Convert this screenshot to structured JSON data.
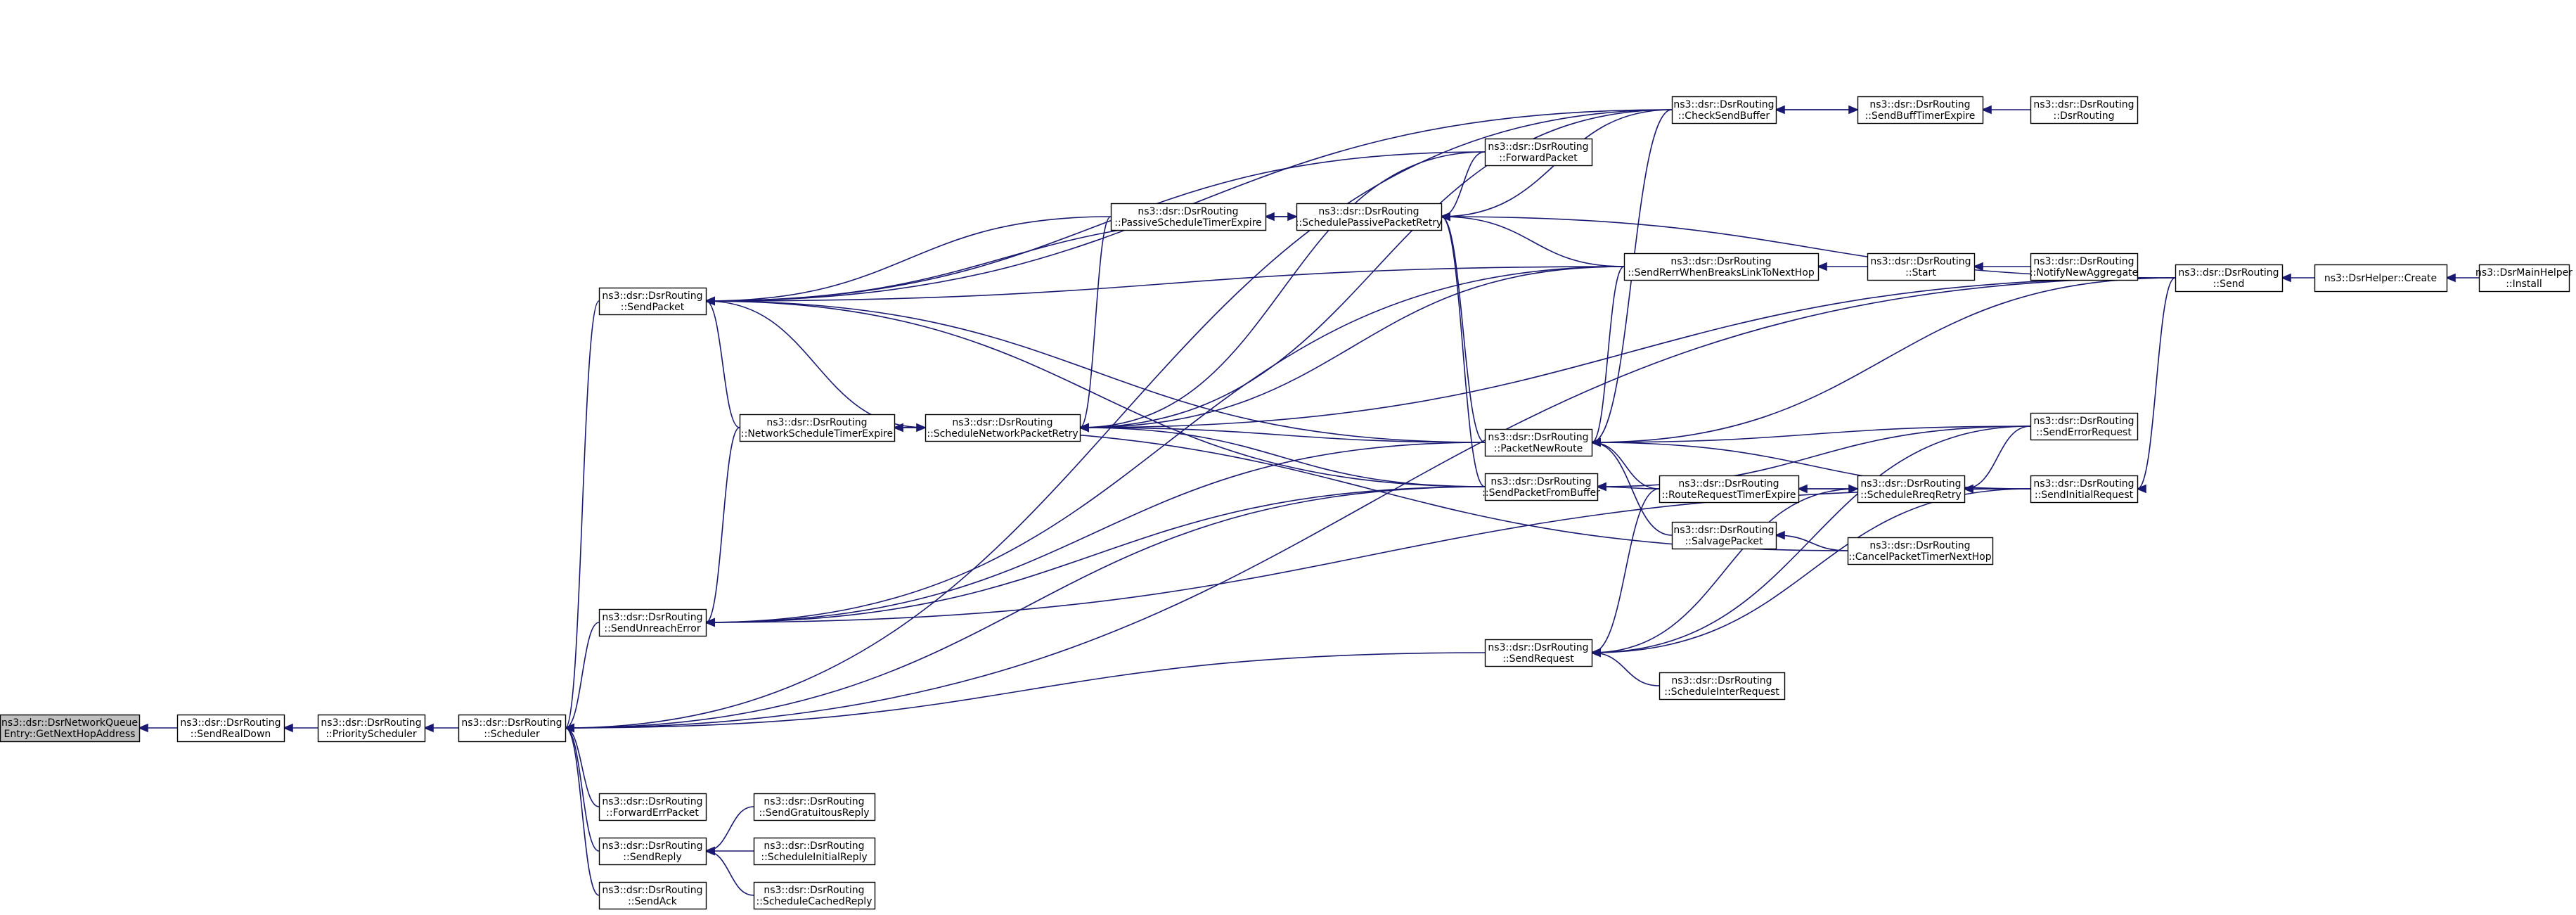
{
  "graph": {
    "colors": {
      "edge": "#191970",
      "node_border": "#000000",
      "focus_fill": "#bfbfbf",
      "background": "#ffffff"
    },
    "nodes": [
      {
        "id": "n0",
        "lines": [
          "ns3::dsr::DsrNetworkQueue",
          "Entry::GetNextHopAddress"
        ],
        "focus": true
      },
      {
        "id": "n1",
        "lines": [
          "ns3::dsr::DsrRouting",
          "::SendRealDown"
        ]
      },
      {
        "id": "n2",
        "lines": [
          "ns3::dsr::DsrRouting",
          "::PriorityScheduler"
        ]
      },
      {
        "id": "n3",
        "lines": [
          "ns3::dsr::DsrRouting",
          "::Scheduler"
        ]
      },
      {
        "id": "n4",
        "lines": [
          "ns3::dsr::DsrRouting",
          "::SendPacket"
        ]
      },
      {
        "id": "n5",
        "lines": [
          "ns3::dsr::DsrRouting",
          "::SendUnreachError"
        ]
      },
      {
        "id": "n6",
        "lines": [
          "ns3::dsr::DsrRouting",
          "::ForwardErrPacket"
        ]
      },
      {
        "id": "n7",
        "lines": [
          "ns3::dsr::DsrRouting",
          "::SendReply"
        ]
      },
      {
        "id": "n8",
        "lines": [
          "ns3::dsr::DsrRouting",
          "::SendAck"
        ]
      },
      {
        "id": "n9",
        "lines": [
          "ns3::dsr::DsrRouting",
          "::NetworkScheduleTimerExpire"
        ]
      },
      {
        "id": "n10",
        "lines": [
          "ns3::dsr::DsrRouting",
          "::ScheduleNetworkPacketRetry"
        ]
      },
      {
        "id": "n11",
        "lines": [
          "ns3::dsr::DsrRouting",
          "::PassiveScheduleTimerExpire"
        ]
      },
      {
        "id": "n12",
        "lines": [
          "ns3::dsr::DsrRouting",
          "::SchedulePassivePacketRetry"
        ]
      },
      {
        "id": "n13",
        "lines": [
          "ns3::dsr::DsrRouting",
          "::ForwardPacket"
        ]
      },
      {
        "id": "n14",
        "lines": [
          "ns3::dsr::DsrRouting",
          "::CheckSendBuffer"
        ]
      },
      {
        "id": "n15",
        "lines": [
          "ns3::dsr::DsrRouting",
          "::SendBuffTimerExpire"
        ]
      },
      {
        "id": "n16",
        "lines": [
          "ns3::dsr::DsrRouting",
          "::DsrRouting"
        ]
      },
      {
        "id": "n17",
        "lines": [
          "ns3::dsr::DsrRouting",
          "::SendRerrWhenBreaksLinkToNextHop"
        ]
      },
      {
        "id": "n18",
        "lines": [
          "ns3::dsr::DsrRouting",
          "::Start"
        ]
      },
      {
        "id": "n19",
        "lines": [
          "ns3::dsr::DsrRouting",
          "::NotifyNewAggregate"
        ]
      },
      {
        "id": "n20",
        "lines": [
          "ns3::dsr::DsrRouting",
          "::PacketNewRoute"
        ]
      },
      {
        "id": "n21",
        "lines": [
          "ns3::dsr::DsrRouting",
          "::SendPacketFromBuffer"
        ]
      },
      {
        "id": "n22",
        "lines": [
          "ns3::dsr::DsrRouting",
          "::RouteRequestTimerExpire"
        ]
      },
      {
        "id": "n23",
        "lines": [
          "ns3::dsr::DsrRouting",
          "::SalvagePacket"
        ]
      },
      {
        "id": "n24",
        "lines": [
          "ns3::dsr::DsrRouting",
          "::ScheduleRreqRetry"
        ]
      },
      {
        "id": "n25",
        "lines": [
          "ns3::dsr::DsrRouting",
          "::CancelPacketTimerNextHop"
        ]
      },
      {
        "id": "n26",
        "lines": [
          "ns3::dsr::DsrRouting",
          "::SendErrorRequest"
        ]
      },
      {
        "id": "n27",
        "lines": [
          "ns3::dsr::DsrRouting",
          "::SendInitialRequest"
        ]
      },
      {
        "id": "n28",
        "lines": [
          "ns3::dsr::DsrRouting",
          "::SendRequest"
        ]
      },
      {
        "id": "n29",
        "lines": [
          "ns3::dsr::DsrRouting",
          "::ScheduleInterRequest"
        ]
      },
      {
        "id": "n30",
        "lines": [
          "ns3::dsr::DsrRouting",
          "::Send"
        ]
      },
      {
        "id": "n31",
        "lines": [
          "ns3::DsrHelper::Create"
        ]
      },
      {
        "id": "n32",
        "lines": [
          "ns3::DsrMainHelper",
          "::Install"
        ]
      },
      {
        "id": "n33",
        "lines": [
          "ns3::dsr::DsrRouting",
          "::SendGratuitousReply"
        ]
      },
      {
        "id": "n34",
        "lines": [
          "ns3::dsr::DsrRouting",
          "::ScheduleInitialReply"
        ]
      },
      {
        "id": "n35",
        "lines": [
          "ns3::dsr::DsrRouting",
          "::ScheduleCachedReply"
        ]
      }
    ],
    "edges": [
      [
        "n1",
        "n0"
      ],
      [
        "n2",
        "n1"
      ],
      [
        "n3",
        "n2"
      ],
      [
        "n4",
        "n3"
      ],
      [
        "n5",
        "n3"
      ],
      [
        "n6",
        "n3"
      ],
      [
        "n7",
        "n3"
      ],
      [
        "n8",
        "n3"
      ],
      [
        "n14",
        "n3"
      ],
      [
        "n30",
        "n3"
      ],
      [
        "n21",
        "n3"
      ],
      [
        "n28",
        "n3"
      ],
      [
        "n9",
        "n4"
      ],
      [
        "n10",
        "n4"
      ],
      [
        "n11",
        "n4"
      ],
      [
        "n12",
        "n4"
      ],
      [
        "n13",
        "n4"
      ],
      [
        "n14",
        "n4"
      ],
      [
        "n17",
        "n4"
      ],
      [
        "n20",
        "n4"
      ],
      [
        "n21",
        "n4"
      ],
      [
        "n9",
        "n5"
      ],
      [
        "n17",
        "n5"
      ],
      [
        "n20",
        "n5"
      ],
      [
        "n21",
        "n5"
      ],
      [
        "n27",
        "n5"
      ],
      [
        "n10",
        "n9"
      ],
      [
        "n9",
        "n10"
      ],
      [
        "n25",
        "n9"
      ],
      [
        "n11",
        "n10"
      ],
      [
        "n13",
        "n10"
      ],
      [
        "n14",
        "n10"
      ],
      [
        "n17",
        "n10"
      ],
      [
        "n20",
        "n10"
      ],
      [
        "n21",
        "n10"
      ],
      [
        "n30",
        "n10"
      ],
      [
        "n12",
        "n11"
      ],
      [
        "n11",
        "n12"
      ],
      [
        "n13",
        "n12"
      ],
      [
        "n14",
        "n12"
      ],
      [
        "n17",
        "n12"
      ],
      [
        "n20",
        "n12"
      ],
      [
        "n21",
        "n12"
      ],
      [
        "n30",
        "n12"
      ],
      [
        "n15",
        "n14"
      ],
      [
        "n14",
        "n15"
      ],
      [
        "n16",
        "n15"
      ],
      [
        "n18",
        "n17"
      ],
      [
        "n19",
        "n18"
      ],
      [
        "n14",
        "n20"
      ],
      [
        "n17",
        "n20"
      ],
      [
        "n22",
        "n20"
      ],
      [
        "n23",
        "n20"
      ],
      [
        "n26",
        "n20"
      ],
      [
        "n27",
        "n20"
      ],
      [
        "n30",
        "n20"
      ],
      [
        "n22",
        "n21"
      ],
      [
        "n26",
        "n21"
      ],
      [
        "n24",
        "n22"
      ],
      [
        "n22",
        "n24"
      ],
      [
        "n25",
        "n23"
      ],
      [
        "n26",
        "n24"
      ],
      [
        "n27",
        "n24"
      ],
      [
        "n30",
        "n27"
      ],
      [
        "n31",
        "n30"
      ],
      [
        "n32",
        "n31"
      ],
      [
        "n22",
        "n28"
      ],
      [
        "n24",
        "n28"
      ],
      [
        "n26",
        "n28"
      ],
      [
        "n27",
        "n28"
      ],
      [
        "n29",
        "n28"
      ],
      [
        "n33",
        "n7"
      ],
      [
        "n34",
        "n7"
      ],
      [
        "n35",
        "n7"
      ]
    ]
  }
}
